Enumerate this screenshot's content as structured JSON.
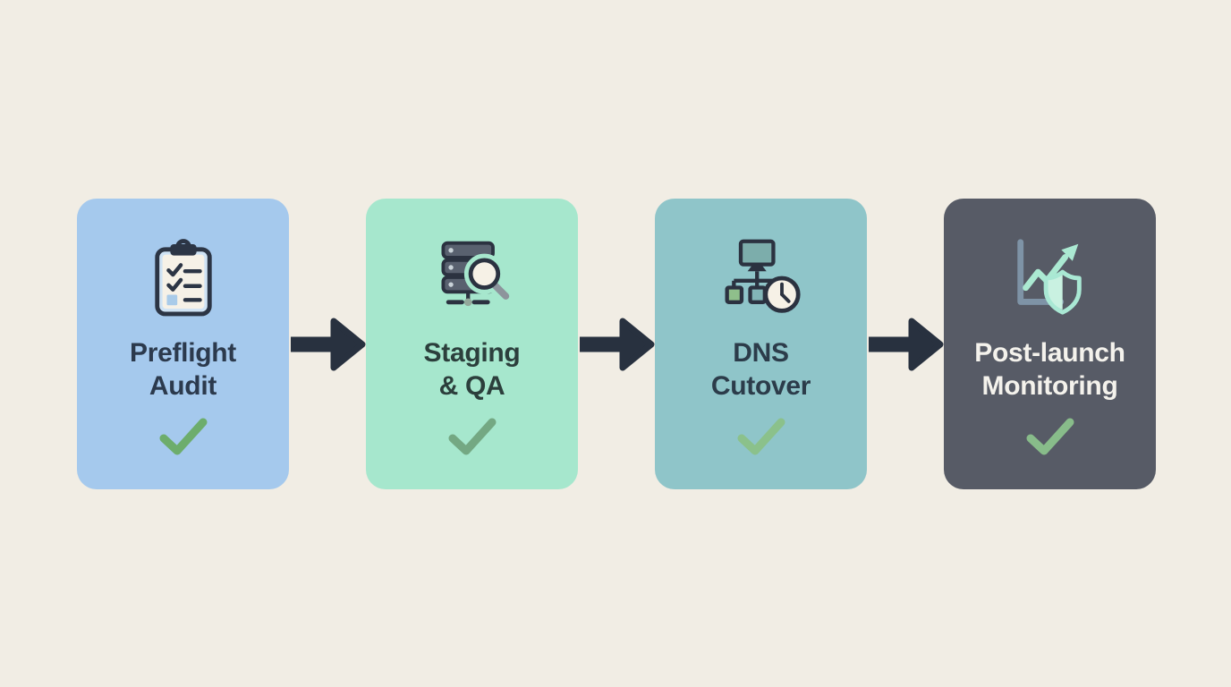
{
  "diagram": {
    "type": "flow",
    "background_color": "#f1ede4",
    "arrow_color": "#28313f",
    "arrow_direction": "right",
    "steps": [
      {
        "title": "Preflight Audit",
        "title_line1": "Preflight",
        "title_line2": "Audit",
        "icon": "clipboard-checklist-icon",
        "card_color": "#a5c9ed",
        "title_color": "#2c3a4d",
        "status": "complete",
        "check_icon": "checkmark",
        "check_color": "#6dad6c"
      },
      {
        "title": "Staging & QA",
        "title_line1": "Staging",
        "title_line2": "& QA",
        "icon": "server-magnifier-icon",
        "card_color": "#a6e7cd",
        "title_color": "#2c3f3c",
        "status": "complete",
        "check_icon": "checkmark",
        "check_color": "#74a883"
      },
      {
        "title": "DNS Cutover",
        "title_line1": "DNS",
        "title_line2": "Cutover",
        "icon": "network-tree-clock-icon",
        "card_color": "#8fc5c9",
        "title_color": "#2c3c4a",
        "status": "complete",
        "check_icon": "checkmark",
        "check_color": "#8bc18b"
      },
      {
        "title": "Post-launch Monitoring",
        "title_line1": "Post-launch",
        "title_line2": "Monitoring",
        "icon": "chart-shield-icon",
        "card_color": "#575b66",
        "title_color": "#f4f2ec",
        "status": "complete",
        "check_icon": "checkmark",
        "check_color": "#88bc8a"
      }
    ]
  }
}
